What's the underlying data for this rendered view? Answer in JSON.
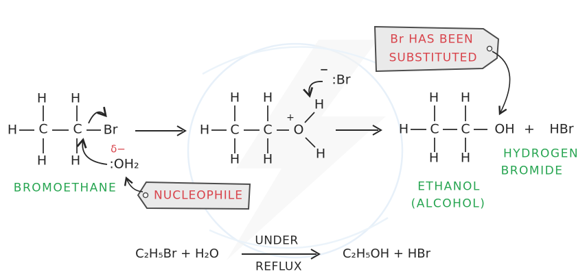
{
  "colors": {
    "ink": "#262626",
    "green_label": "#27a551",
    "red_label": "#d8434b",
    "tag_fill": "#eaeaea",
    "tag_stroke": "#4c4c4c",
    "watermark_blue": "#e3eef8"
  },
  "atoms": {
    "hydrogen": "H",
    "carbon": "C",
    "oxygen": "O",
    "bromine": "Br",
    "hydroxyl": "OH",
    "hydrogen_bromide": "HBr",
    "plus": "+",
    "positive_charge": "+",
    "negative_charge": "−",
    "delta_minus": "δ−",
    "water_lone_pair": ":OH₂",
    "bromide_lone_pair": ":Br"
  },
  "labels": {
    "bromoethane": "BROMOETHANE",
    "nucleophile": "NUCLEOPHILE",
    "substituted_line1": "Br HAS BEEN",
    "substituted_line2": "SUBSTITUTED",
    "ethanol_line1": "ETHANOL",
    "ethanol_line2": "(ALCOHOL)",
    "hydrogen_bromide_line1": "HYDROGEN",
    "hydrogen_bromide_line2": "BROMIDE"
  },
  "equation": {
    "reactants": "C₂H₅Br + H₂O",
    "condition_top": "UNDER",
    "condition_bottom": "REFLUX",
    "products": "C₂H₅OH + HBr"
  }
}
